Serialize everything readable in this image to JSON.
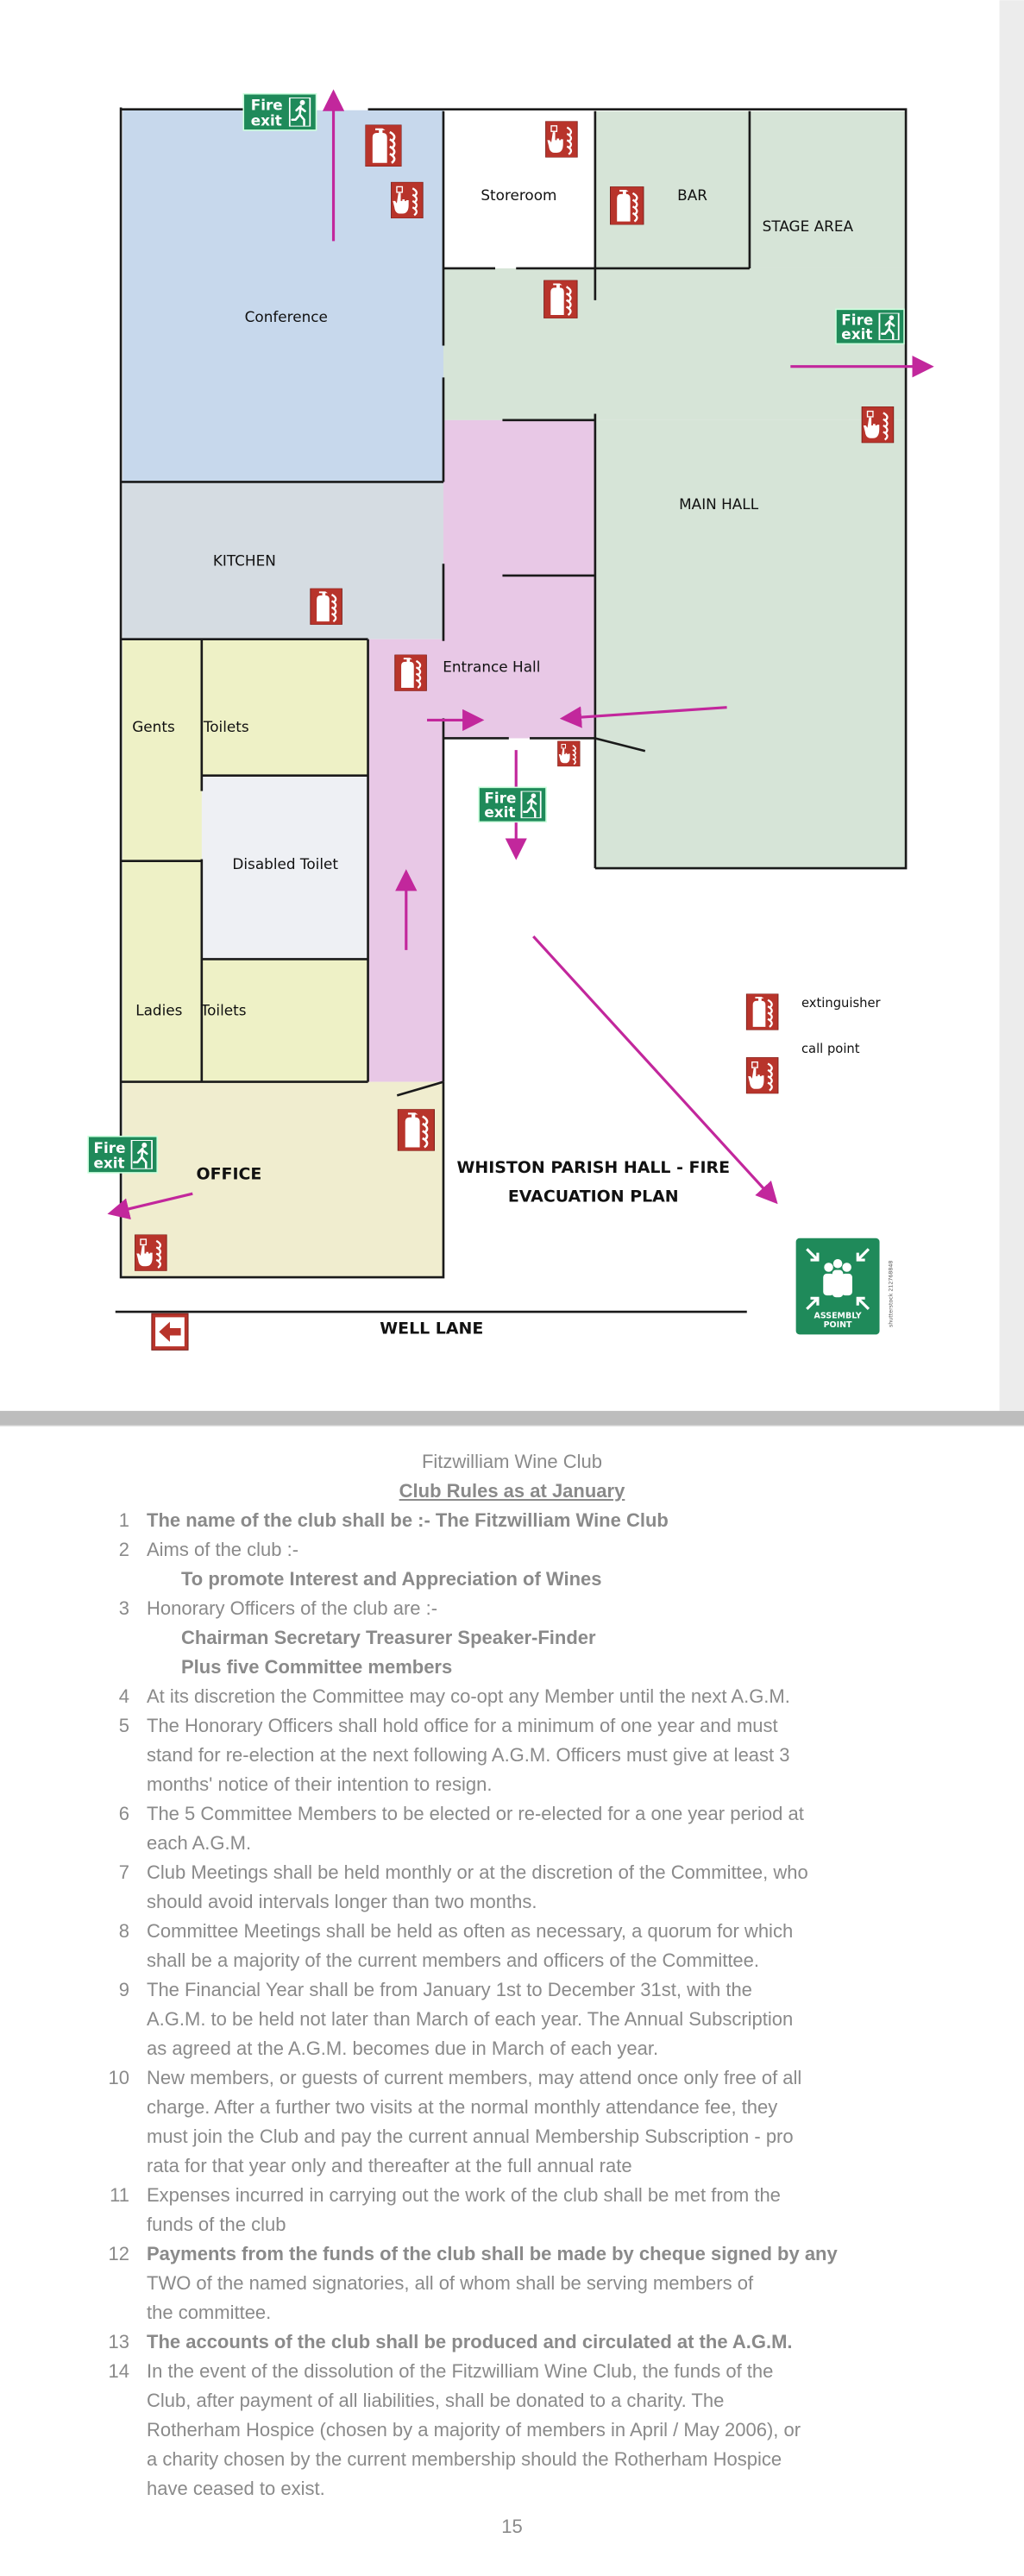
{
  "plan": {
    "title_line1": "WHISTON PARISH HALL -  FIRE",
    "title_line2": "EVACUATION PLAN",
    "street": "WELL LANE",
    "rooms": {
      "storeroom": "Storeroom",
      "bar": "BAR",
      "stage": "STAGE AREA",
      "conference": "Conference",
      "main_hall": "MAIN HALL",
      "kitchen": "KITCHEN",
      "entrance_hall": "Entrance Hall",
      "gents": "Gents",
      "gents_toilets": "Toilets",
      "disabled_toilet": "Disabled Toilet",
      "ladies": "Ladies",
      "ladies_toilets": "Toilets",
      "office": "OFFICE"
    },
    "fire_exit_sign": {
      "line1": "Fire",
      "line2": "exit"
    },
    "legend": {
      "extinguisher": "extinguisher",
      "call_point": "call point"
    },
    "assembly_point": {
      "line1": "ASSEMBLY",
      "line2": "POINT",
      "credit": "shutterstock 212768848"
    },
    "colors": {
      "route_arrow": "#c2279c",
      "fire_exit_green": "#1f8a5a",
      "fire_equipment_red": "#b8342b",
      "conference": "#c7d8ec",
      "halls": "#d6e4d7",
      "entrance": "#e8c8e6",
      "toilets": "#eef1c6",
      "kitchen": "#d5dce2",
      "office": "#f0edcf"
    }
  },
  "show_through": {
    "heading": "Fitzwilliam Wine Club",
    "subheading": "Club Rules as at January",
    "numbers": [
      "1",
      "2",
      "3",
      "4",
      "5",
      "6",
      "7",
      "8",
      "9",
      "10",
      "11",
      "12",
      "13",
      "14"
    ],
    "lines": [
      "The name of the club shall be :-  The Fitzwilliam Wine Club",
      "Aims of the club :-",
      "To promote Interest and Appreciation of Wines",
      "Honorary Officers of the club are :-",
      "Chairman    Secretary    Treasurer    Speaker-Finder",
      "Plus  five  Committee members",
      "At its discretion the Committee may co-opt any Member until the next A.G.M.",
      "The Honorary Officers shall hold office for a minimum of one year and must",
      "stand for re-election at the next following A.G.M. Officers must give at least 3",
      "months' notice of their intention to resign.",
      "The 5 Committee Members to be elected or re-elected for a one year period at",
      "each A.G.M.",
      "Club Meetings shall be held monthly or at the discretion of the Committee, who",
      "should avoid intervals longer than two months.",
      "Committee Meetings shall be held as often as necessary, a quorum for which",
      "shall be a majority of the current members and officers of the Committee.",
      "The Financial Year shall be from January 1st to December 31st, with the",
      "A.G.M. to be held not later than March of each year. The Annual Subscription",
      "as agreed at the A.G.M. becomes due in March of each year.",
      "New members, or guests of current members, may attend once only free of all",
      "charge.  After a further two visits at the normal monthly attendance fee, they",
      "must join the Club and pay the current annual Membership Subscription - pro",
      "rata for that year only and thereafter at the full annual rate",
      "Expenses incurred in carrying out the work of the club shall be met from the",
      "funds of the club",
      "Payments from the funds of the club shall be made by cheque signed by any",
      "TWO of the named signatories, all of whom shall be serving members of",
      "the committee.",
      "The accounts of the club shall be produced and circulated at the A.G.M.",
      "In the event of the dissolution of the Fitzwilliam Wine Club, the funds of the",
      "Club, after payment of all liabilities, shall be donated to a charity. The",
      "Rotherham Hospice (chosen by a majority of members in April / May 2006), or",
      "a charity chosen by the current membership should the Rotherham Hospice",
      "have ceased to exist."
    ],
    "page_number": "15"
  }
}
